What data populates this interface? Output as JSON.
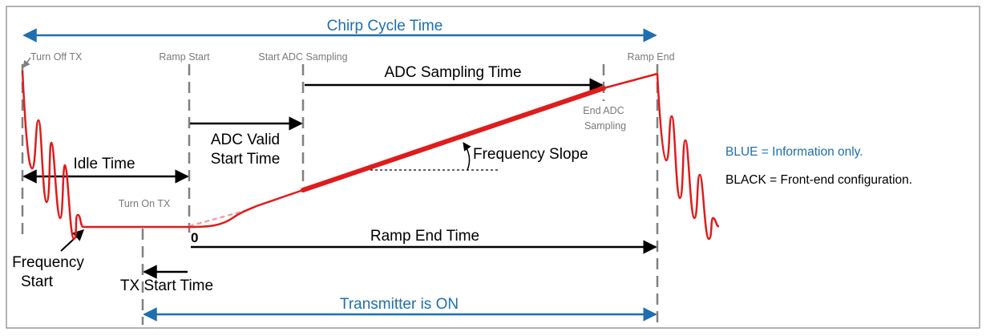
{
  "diagram": {
    "title": "Chirp Cycle Time",
    "markers": {
      "turn_off_tx": "Turn Off TX",
      "ramp_start": "Ramp Start",
      "start_adc_sampling": "Start ADC Sampling",
      "ramp_end": "Ramp End",
      "end_adc_sampling_line1": "End ADC",
      "end_adc_sampling_line2": "Sampling",
      "turn_on_tx": "Turn On TX"
    },
    "intervals": {
      "adc_sampling_time": "ADC Sampling Time",
      "adc_valid_start_time_line1": "ADC Valid",
      "adc_valid_start_time_line2": "Start Time",
      "idle_time": "Idle Time",
      "ramp_end_time": "Ramp End Time",
      "tx_start_time": "TX Start Time",
      "transmitter_on": "Transmitter is ON"
    },
    "annotations": {
      "frequency_slope": "Frequency Slope",
      "frequency_start_line1": "Frequency",
      "frequency_start_line2": "Start",
      "zero": "0"
    },
    "legend": {
      "blue": "BLUE = Information only.",
      "black": "BLACK = Front-end configuration."
    },
    "colors": {
      "blue": "#1f6fae",
      "black": "#000000",
      "signal": "#e01b1b",
      "signal_dashed": "#f0a0a0",
      "marker_grey": "#808080",
      "frame": "#9a9a9a"
    }
  }
}
